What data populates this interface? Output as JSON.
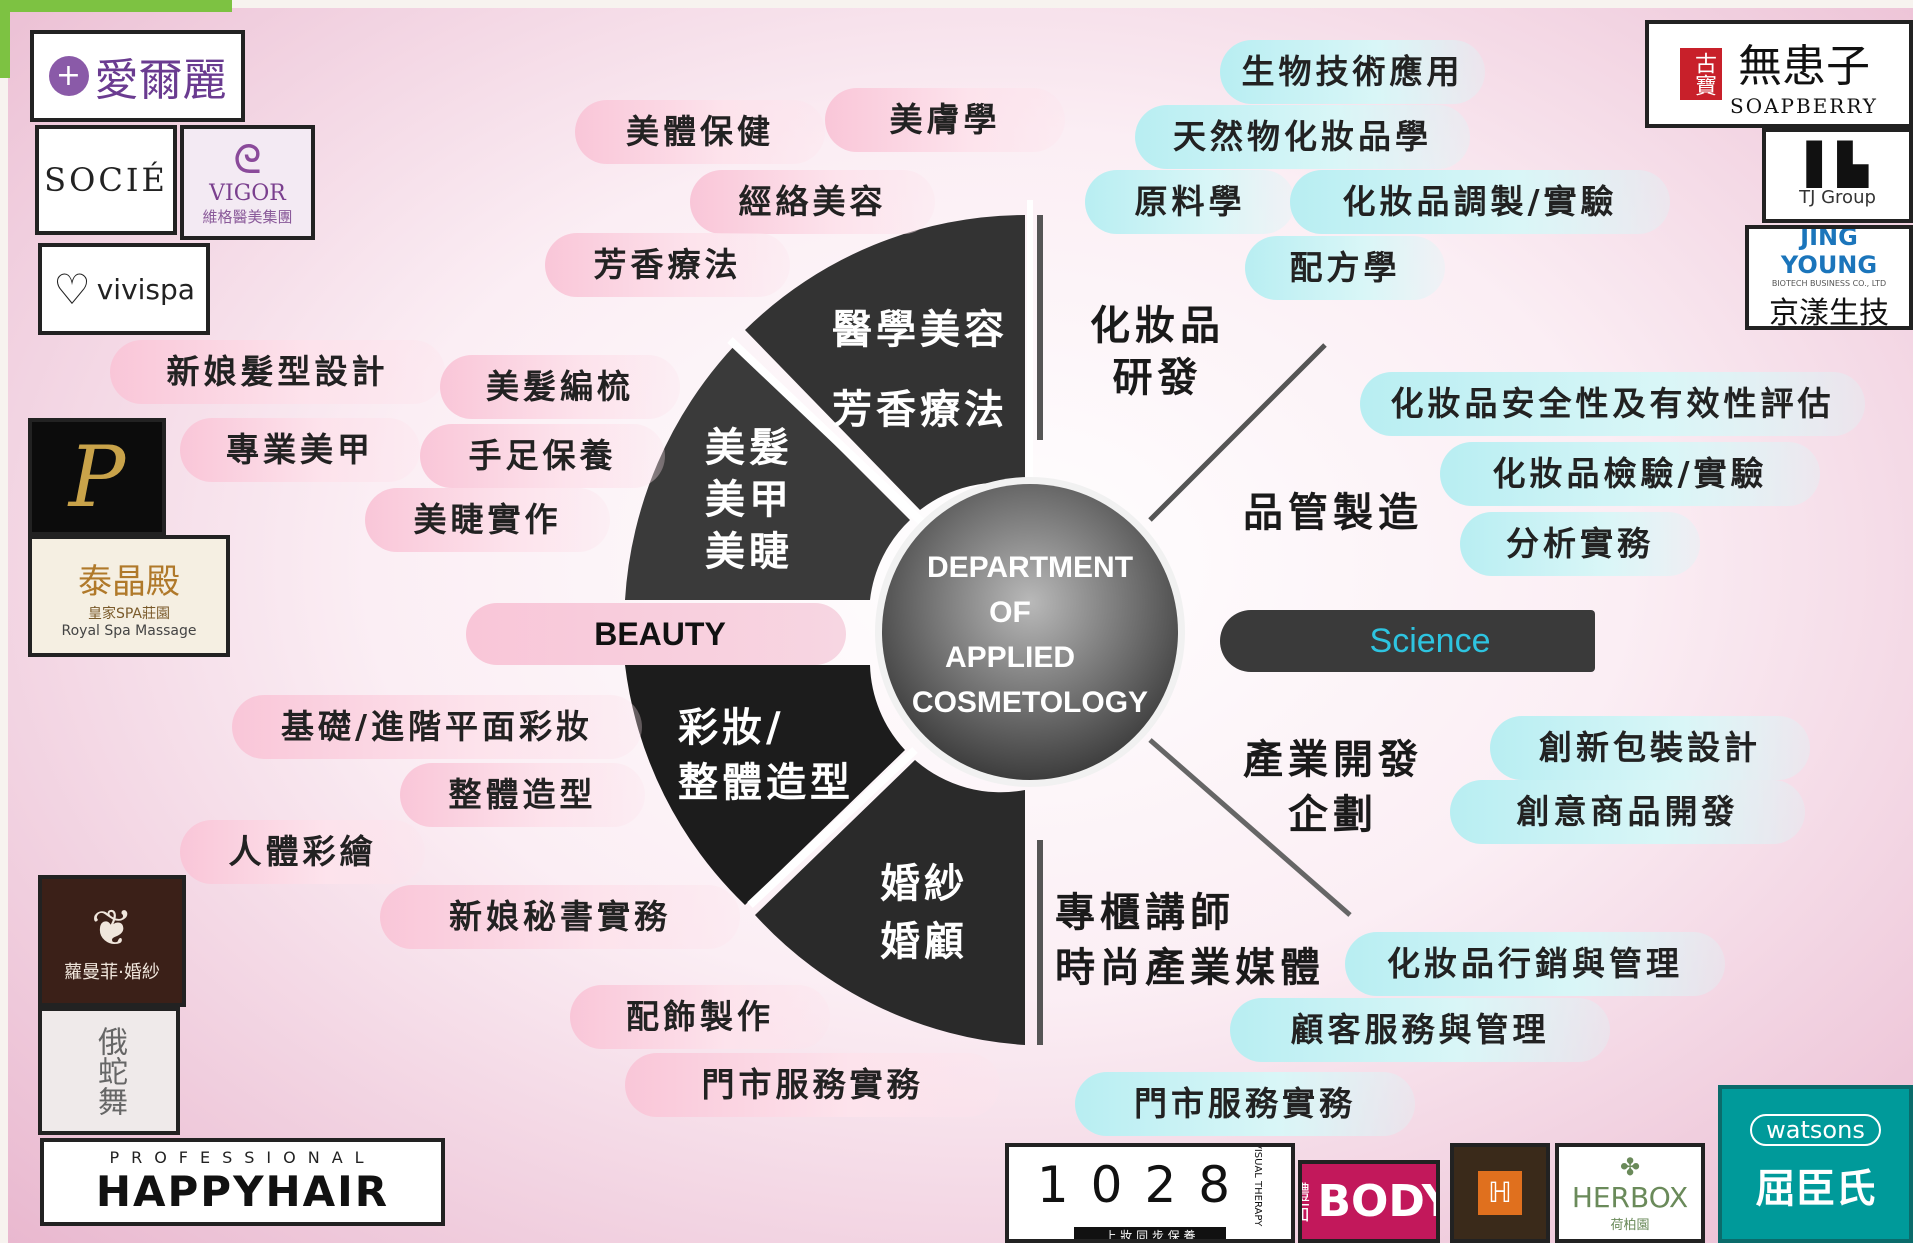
{
  "center": {
    "lines": [
      "DEPARTMENT",
      "OF",
      "APPLIED",
      "COSMETOLOGY"
    ]
  },
  "segments": {
    "medical": [
      "醫學美容",
      "芳香療法"
    ],
    "hair": [
      "美髮",
      "美甲",
      "美睫"
    ],
    "makeup": [
      "彩妝/",
      "整體造型"
    ],
    "bridal": [
      "婚紗",
      "婚顧"
    ]
  },
  "beauty_label": "BEAUTY",
  "science_label": "Science",
  "left_items": {
    "i1": "美體保健",
    "i2": "美膚學",
    "i3": "經絡美容",
    "i4": "芳香療法",
    "i5": "新娘髮型設計",
    "i6": "美髮編梳",
    "i7": "專業美甲",
    "i8": "手足保養",
    "i9": "美睫實作",
    "i10": "基礎/進階平面彩妝",
    "i11": "整體造型",
    "i12": "人體彩繪",
    "i13": "新娘秘書實務",
    "i14": "配飾製作",
    "i15": "門市服務實務"
  },
  "right_groups": {
    "rd": "化妝品\n研發",
    "qc": "品管製造",
    "ind": "產業開發\n企劃",
    "tutor": "專櫃講師\n時尚產業媒體"
  },
  "right_items": {
    "r1": "生物技術應用",
    "r2": "天然物化妝品學",
    "r3": "原料學",
    "r4": "化妝品調製/實驗",
    "r5": "配方學",
    "r6": "化妝品安全性及有效性評估",
    "r7": "化妝品檢驗/實驗",
    "r8": "分析實務",
    "r9": "創新包裝設計",
    "r10": "創意商品開發",
    "r11": "化妝品行銷與管理",
    "r12": "顧客服務與管理",
    "r13": "門市服務實務"
  },
  "logos": {
    "ierli": "愛爾麗",
    "socie": "SOCIÉ",
    "vigor": "VIGOR",
    "vigor_sub": "維格醫美集團",
    "vivispa": "vivispa",
    "p_logo": "P",
    "taijing": "泰晶殿",
    "taijing_sub": "皇家SPA莊園",
    "taijing_en": "Royal Spa Massage",
    "romanfe": "蘿曼菲·婚紗",
    "eteewu": "俄蛇舞",
    "happyhair_top": "PROFESSIONAL",
    "happyhair": "HAPPYHAIR",
    "soapberry_cn": "無患子",
    "soapberry_en": "SOAPBERRY",
    "soapberry_mark": "古寶",
    "tjgroup": "TJ Group",
    "jingyoung": "JING YOUNG",
    "jingyoung_sub": "BIOTECH BUSINESS CO., LTD",
    "jingyoung_cn": "京漾生技",
    "visual1028": "1028",
    "visual1028_side": "VISUAL THERAPY",
    "visual1028_sub": "上 妝 同 步 保 養",
    "body": "BODY",
    "body_cn": "體面",
    "herbox": "HERBOX",
    "herbox_cn": "荷柏園",
    "watsons": "watsons",
    "watsons_cn": "屈臣氏"
  }
}
